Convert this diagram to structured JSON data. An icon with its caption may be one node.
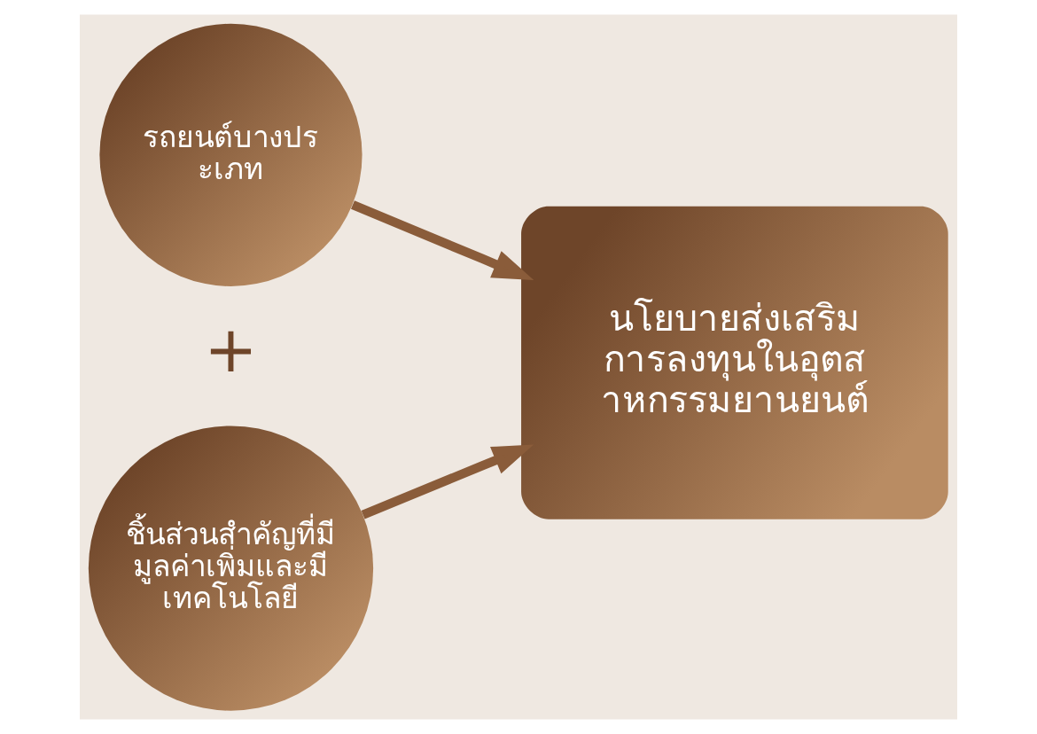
{
  "diagram": {
    "nodes": [
      {
        "text": [
          "รถยนต์บางประเภท"
        ]
      },
      {
        "text": [
          "ชิ้นส่วนสำคัญที่มีมูลค่าเพิ่มและมีเทคโนโลยี"
        ]
      },
      {
        "text": [
          "นโยบายส่งเสริมการลงทุนในอุตสาหกรรมยานยนต์"
        ]
      }
    ],
    "edges": [
      {
        "from": 0,
        "to": 2,
        "arrow": "to"
      },
      {
        "from": 1,
        "to": 2,
        "arrow": "to"
      }
    ],
    "labels": [
      "+"
    ]
  }
}
